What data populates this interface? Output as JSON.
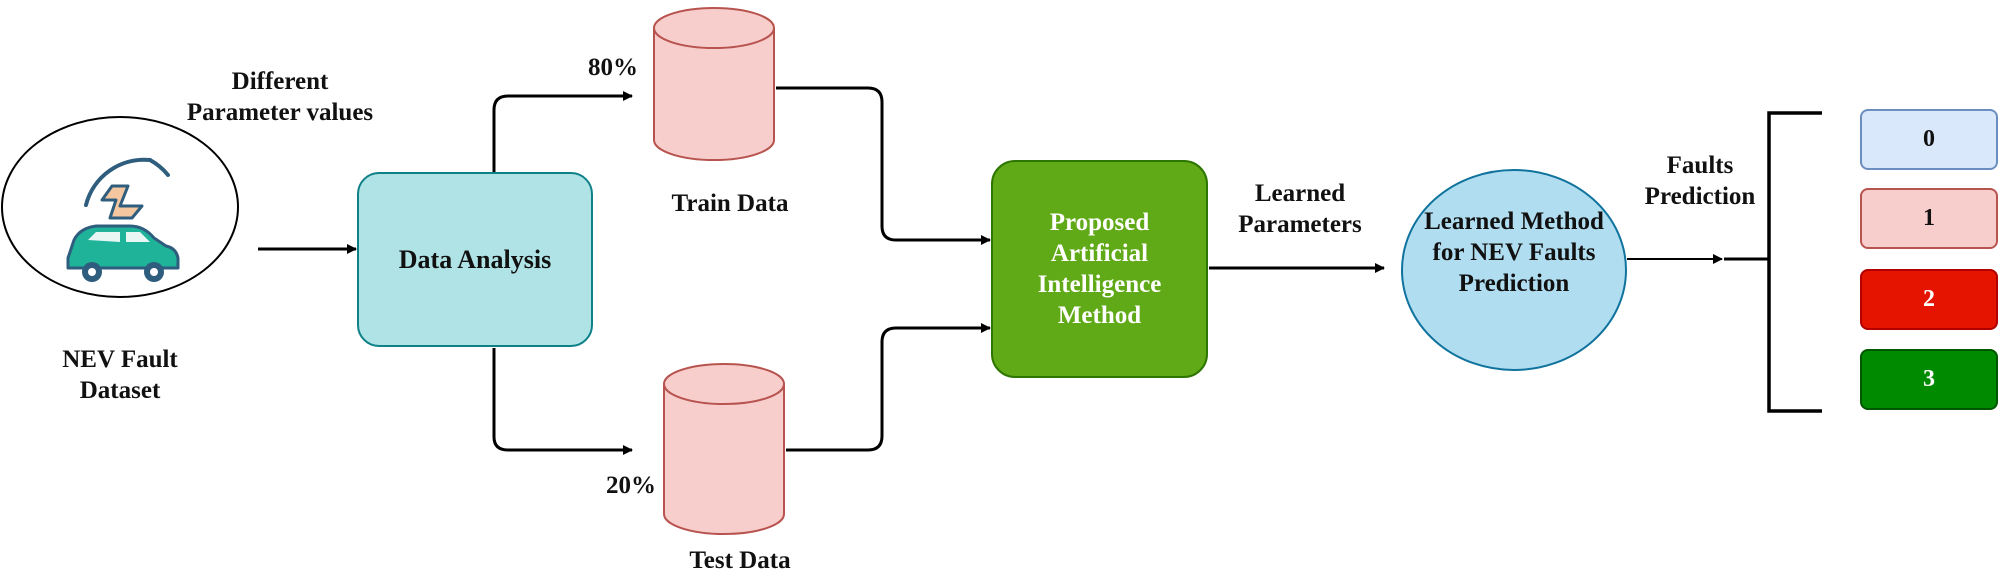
{
  "dataset": {
    "label_line1": "NEV Fault",
    "label_line2": "Dataset",
    "icon": "electric-car-lightning-icon"
  },
  "params_label": {
    "line1": "Different",
    "line2": "Parameter values"
  },
  "analysis": {
    "label": "Data Analysis"
  },
  "split": {
    "train_pct": "80%",
    "test_pct": "20%"
  },
  "train": {
    "label": "Train Data"
  },
  "test": {
    "label": "Test Data"
  },
  "ai_method": {
    "line1": "Proposed",
    "line2": "Artificial",
    "line3": "Intelligence",
    "line4": "Method"
  },
  "learned_params": {
    "line1": "Learned",
    "line2": "Parameters"
  },
  "learned_method": {
    "line1": "Learned Method",
    "line2": "for NEV Faults",
    "line3": "Prediction"
  },
  "faults_label": {
    "line1": "Faults",
    "line2": "Prediction"
  },
  "outputs": [
    "0",
    "1",
    "2",
    "3"
  ],
  "colors": {
    "analysis_fill": "#b0e3e6",
    "analysis_stroke": "#0e8088",
    "cylinder_fill": "#f8cecc",
    "cylinder_stroke": "#b85450",
    "ai_fill": "#60a917",
    "ai_stroke": "#2d7600",
    "method_fill": "#b1ddf0",
    "method_stroke": "#10739e",
    "out0": "#dae8fc",
    "out1": "#f8cecc",
    "out2": "#e51400",
    "out3": "#008a00"
  }
}
